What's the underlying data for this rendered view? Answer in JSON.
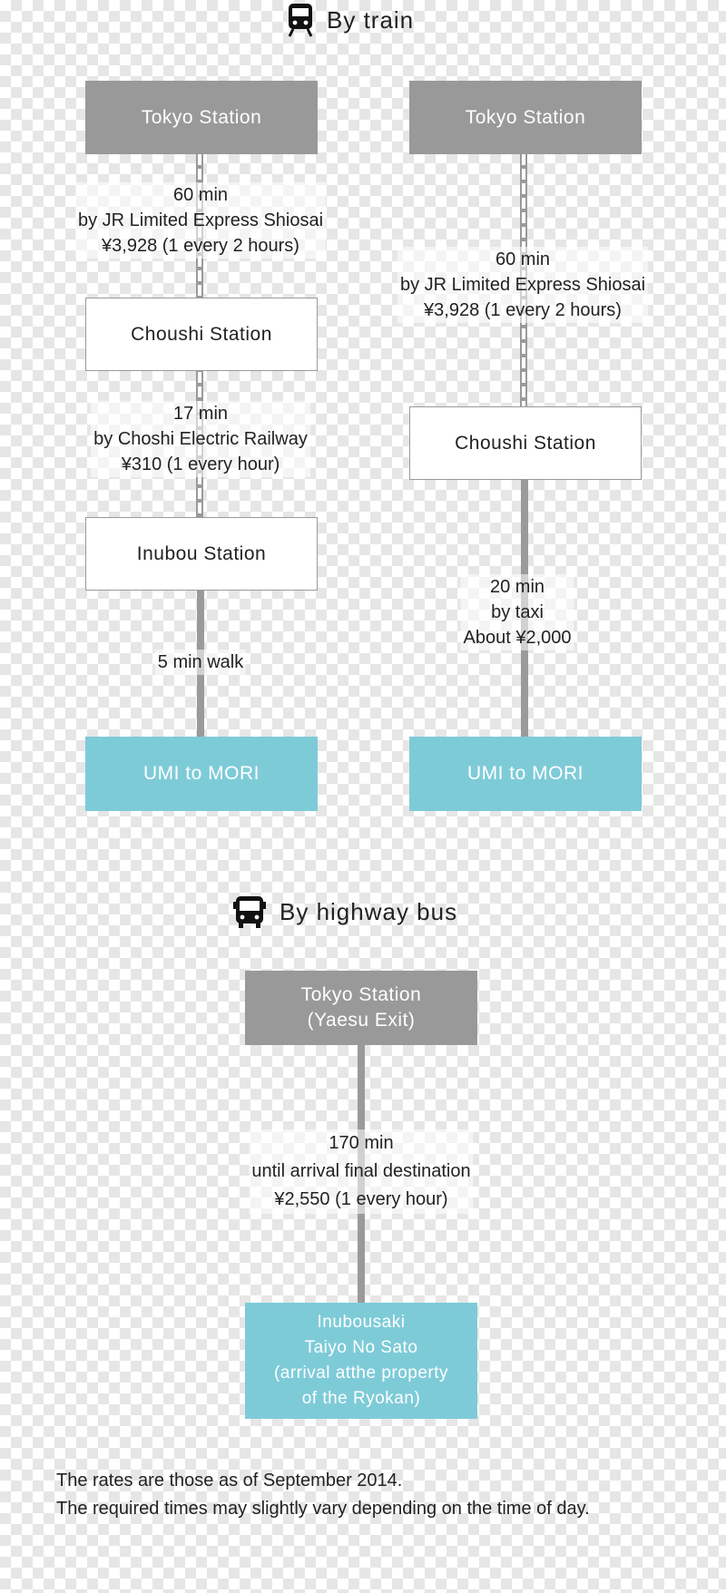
{
  "train_section": {
    "heading": "By train",
    "route1": {
      "start": "Tokyo Station",
      "leg1": [
        "60 min",
        "by JR Limited Express Shiosai",
        "¥3,928 (1 every 2 hours)"
      ],
      "stop1": "Choushi Station",
      "leg2": [
        "17 min",
        "by Choshi Electric Railway",
        "¥310 (1 every hour)"
      ],
      "stop2": "Inubou Station",
      "leg3": [
        "5 min walk"
      ],
      "end": "UMI to MORI"
    },
    "route2": {
      "start": "Tokyo Station",
      "leg1": [
        "60 min",
        "by JR Limited Express Shiosai",
        "¥3,928 (1 every 2 hours)"
      ],
      "stop1": "Choushi Station",
      "leg2": [
        "20 min",
        "by taxi",
        "About ¥2,000"
      ],
      "end": "UMI to MORI"
    }
  },
  "bus_section": {
    "heading": "By highway bus",
    "start": [
      "Tokyo Station",
      "(Yaesu Exit)"
    ],
    "leg1": [
      "170 min",
      "until arrival final destination",
      "¥2,550 (1 every hour)"
    ],
    "end": [
      "Inubousaki",
      "Taiyo No Sato",
      "(arrival atthe property",
      "of the Ryokan)"
    ]
  },
  "notes": [
    "The rates are those as of September 2014.",
    "The required times may slightly vary depending on the time of day."
  ],
  "colors": {
    "station_gray": "#999999",
    "destination_blue": "#7ecbd8",
    "line_gray": "#9a9a9a"
  }
}
